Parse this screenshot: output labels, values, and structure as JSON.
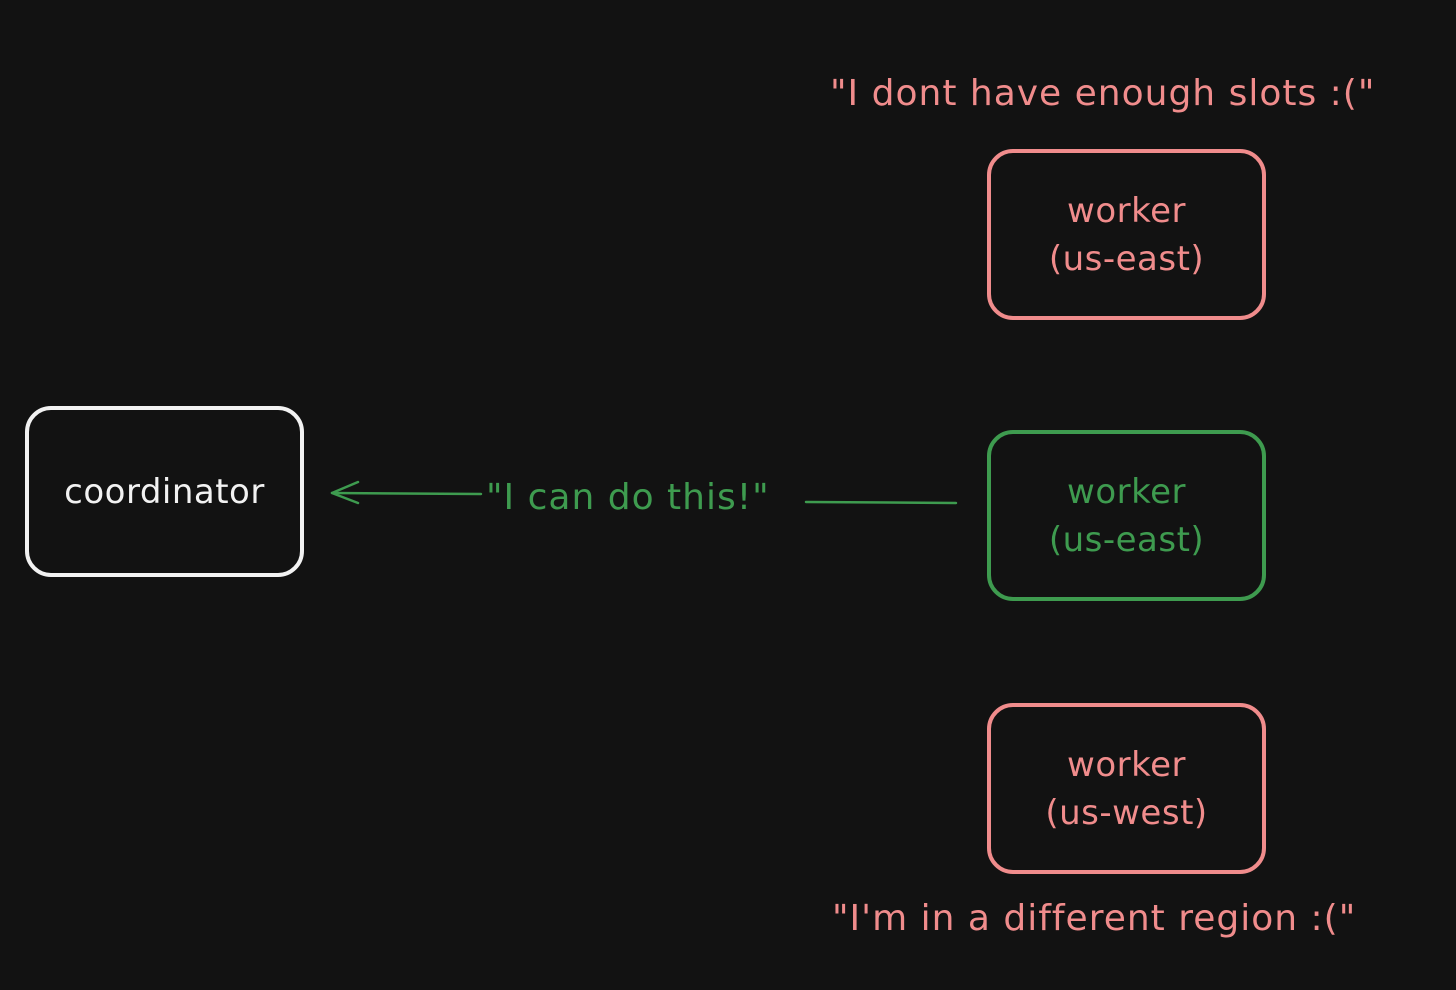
{
  "nodes": {
    "coordinator": {
      "label": "coordinator"
    },
    "worker_1": {
      "line1": "worker",
      "line2": "(us-east)",
      "status": "rejected"
    },
    "worker_2": {
      "line1": "worker",
      "line2": "(us-east)",
      "status": "accepted"
    },
    "worker_3": {
      "line1": "worker",
      "line2": "(us-west)",
      "status": "rejected"
    }
  },
  "notes": {
    "top": "\"I dont have enough slots :(\"",
    "middle": "\"I can do this!\"",
    "bottom": "\"I'm in a different region :(\""
  },
  "colors": {
    "background": "#121212",
    "coordinator": "#f2f2f2",
    "accepted": "#3e9b4f",
    "rejected": "#f08c8c"
  }
}
